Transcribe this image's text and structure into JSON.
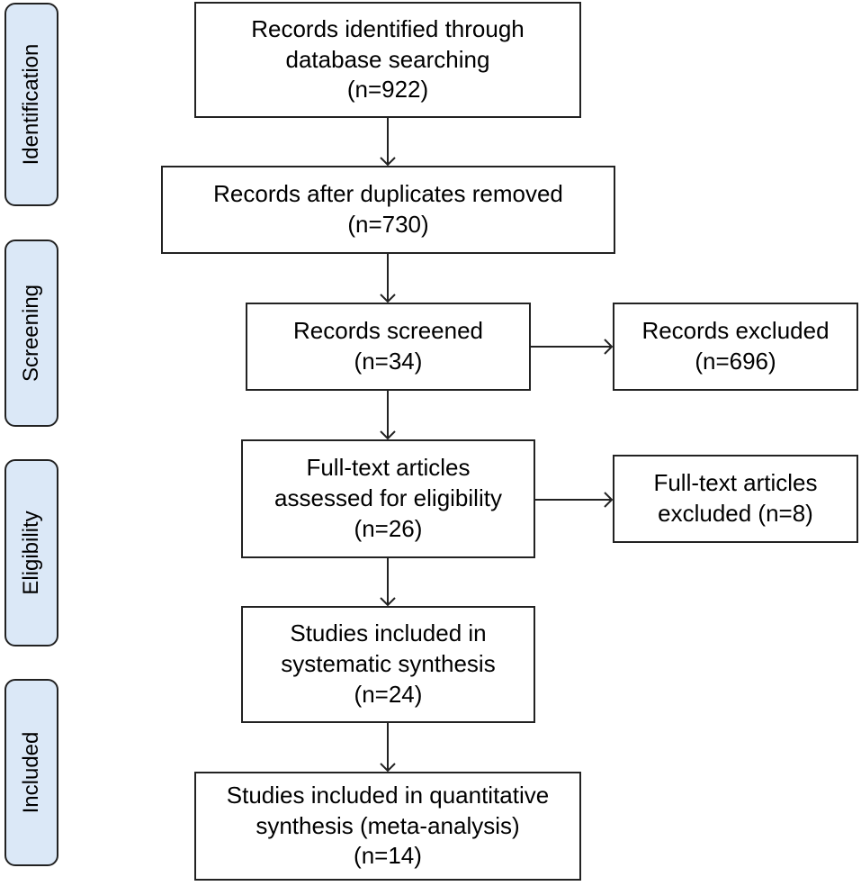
{
  "stages": [
    {
      "id": "identification",
      "label": "Identification"
    },
    {
      "id": "screening",
      "label": "Screening"
    },
    {
      "id": "eligibility",
      "label": "Eligibility"
    },
    {
      "id": "included",
      "label": "Included"
    }
  ],
  "boxes": {
    "identified": {
      "lines": [
        "Records identified through",
        "database searching",
        "(n=922)"
      ]
    },
    "after_duplicates": {
      "lines": [
        "Records after duplicates removed",
        "(n=730)"
      ]
    },
    "screened": {
      "lines": [
        "Records screened",
        "(n=34)"
      ]
    },
    "excluded": {
      "lines": [
        "Records excluded",
        "(n=696)"
      ]
    },
    "fulltext_assessed": {
      "lines": [
        "Full-text articles",
        "assessed for eligibility",
        "(n=26)"
      ]
    },
    "fulltext_excluded": {
      "lines": [
        "Full-text articles",
        "excluded (n=8)"
      ]
    },
    "systematic": {
      "lines": [
        "Studies included in",
        "systematic synthesis",
        "(n=24)"
      ]
    },
    "quantitative": {
      "lines": [
        "Studies included in quantitative",
        "synthesis (meta-analysis)",
        "(n=14)"
      ]
    }
  },
  "colors": {
    "stage_fill": "#dbe8f7",
    "border": "#222222",
    "text": "#000000"
  }
}
